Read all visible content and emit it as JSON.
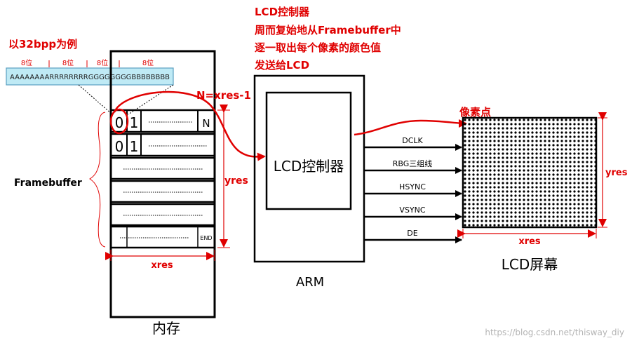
{
  "colors": {
    "accent": "#e00000",
    "pixel_bar_fill": "#bfeaf5",
    "pixel_bar_stroke": "#5a9fc0",
    "line": "#000000",
    "watermark": "#b4b4b4"
  },
  "pixel_format": {
    "title": "以32bpp为例",
    "segment_bits": [
      "8位",
      "8位",
      "8位",
      "8位"
    ],
    "bar_text": "AAAAAAAARRRRRRRRGGGGGGGGBBBBBBBB"
  },
  "lcd_controller_note": {
    "lines": [
      "LCD控制器",
      "周而复始地从Framebuffer中",
      "逐一取出每个像素的颜色值",
      "发送给LCD"
    ]
  },
  "memory": {
    "framebuffer_label": "Framebuffer",
    "row1_cells": [
      "0",
      "1",
      "N"
    ],
    "row2_cells": [
      "0",
      "1"
    ],
    "end_label": "END",
    "n_label": "N=xres-1",
    "xres_label": "xres",
    "yres_label": "yres",
    "caption": "内存"
  },
  "arm": {
    "controller_label": "LCD控制器",
    "caption": "ARM"
  },
  "signals": [
    "DCLK",
    "RBG三组线",
    "HSYNC",
    "VSYNC",
    "DE"
  ],
  "screen": {
    "pixel_label": "像素点",
    "xres_label": "xres",
    "yres_label": "yres",
    "caption": "LCD屏幕"
  },
  "watermark": "https://blog.csdn.net/thisway_diy"
}
